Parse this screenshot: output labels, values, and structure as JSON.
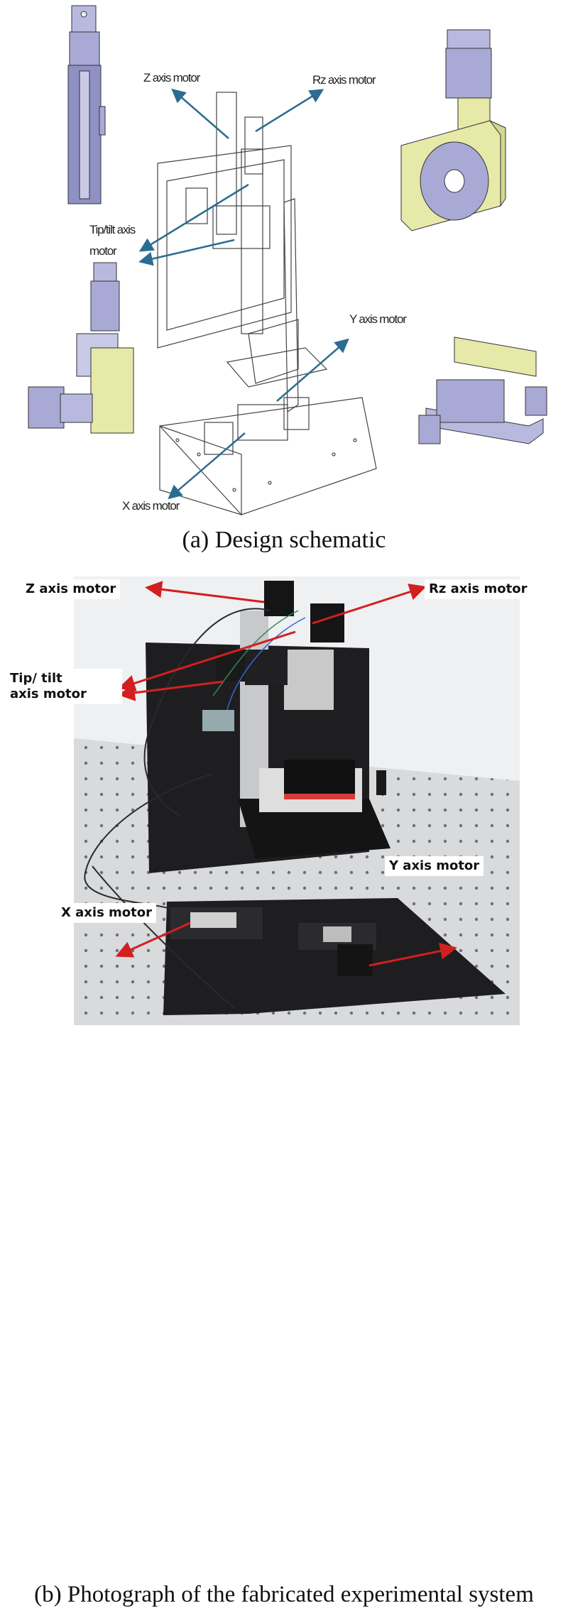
{
  "schematic": {
    "labels": {
      "z_axis": "Z axis motor",
      "rz_axis": "Rz axis motor",
      "tip_tilt_line1": "Tip/tilt axis",
      "tip_tilt_line2": "motor",
      "y_axis": "Y axis motor",
      "x_axis": "X axis motor"
    },
    "caption": "(a)  Design  schematic",
    "colors": {
      "arrow": "#2b6d91",
      "part_yellow": "#e6e9a8",
      "part_purple": "#a9a9d6",
      "outline": "#333333"
    }
  },
  "photo": {
    "labels": {
      "z_axis": "Z axis motor",
      "rz_axis": "Rz axis motor",
      "tip_tilt_line1": "Tip/ tilt",
      "tip_tilt_line2": "axis motor",
      "x_axis": "X axis motor",
      "y_axis": "Y axis motor"
    },
    "caption": "(b)  Photograph  of  the  fabricated  experimental  system",
    "colors": {
      "arrow": "#d21f1f",
      "table": "#d8dadc",
      "plate": "#1e1e20",
      "wall": "#eef0f2"
    }
  }
}
